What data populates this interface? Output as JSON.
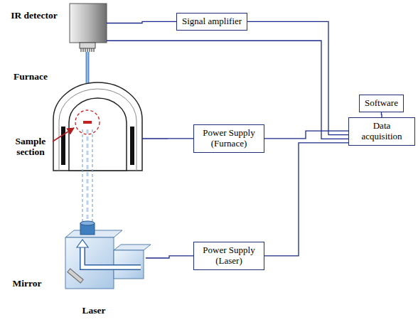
{
  "diagram": {
    "nodes": [
      {
        "text": [
          "IR detector"
        ]
      },
      {
        "text": [
          "Signal amplifier"
        ]
      },
      {
        "text": [
          "Furnace"
        ]
      },
      {
        "text": [
          "Software"
        ]
      },
      {
        "text": [
          "Data acquisition"
        ]
      },
      {
        "text": [
          "Power Supply (Furnace)"
        ]
      },
      {
        "text": [
          "Power Supply (Laser)"
        ]
      },
      {
        "text": [
          "Laser"
        ]
      }
    ],
    "edges": [
      {
        "from": 0,
        "to": 1,
        "arrow": "none"
      },
      {
        "from": 1,
        "to": 4,
        "arrow": "none"
      },
      {
        "from": 0,
        "to": 4,
        "arrow": "none"
      },
      {
        "from": 3,
        "to": 4,
        "arrow": "none"
      },
      {
        "from": 2,
        "to": 5,
        "arrow": "none"
      },
      {
        "from": 5,
        "to": 4,
        "arrow": "none"
      },
      {
        "from": 7,
        "to": 6,
        "arrow": "none"
      },
      {
        "from": 6,
        "to": 4,
        "arrow": "none"
      }
    ],
    "labels": [
      "Sample section",
      "Mirror"
    ]
  }
}
